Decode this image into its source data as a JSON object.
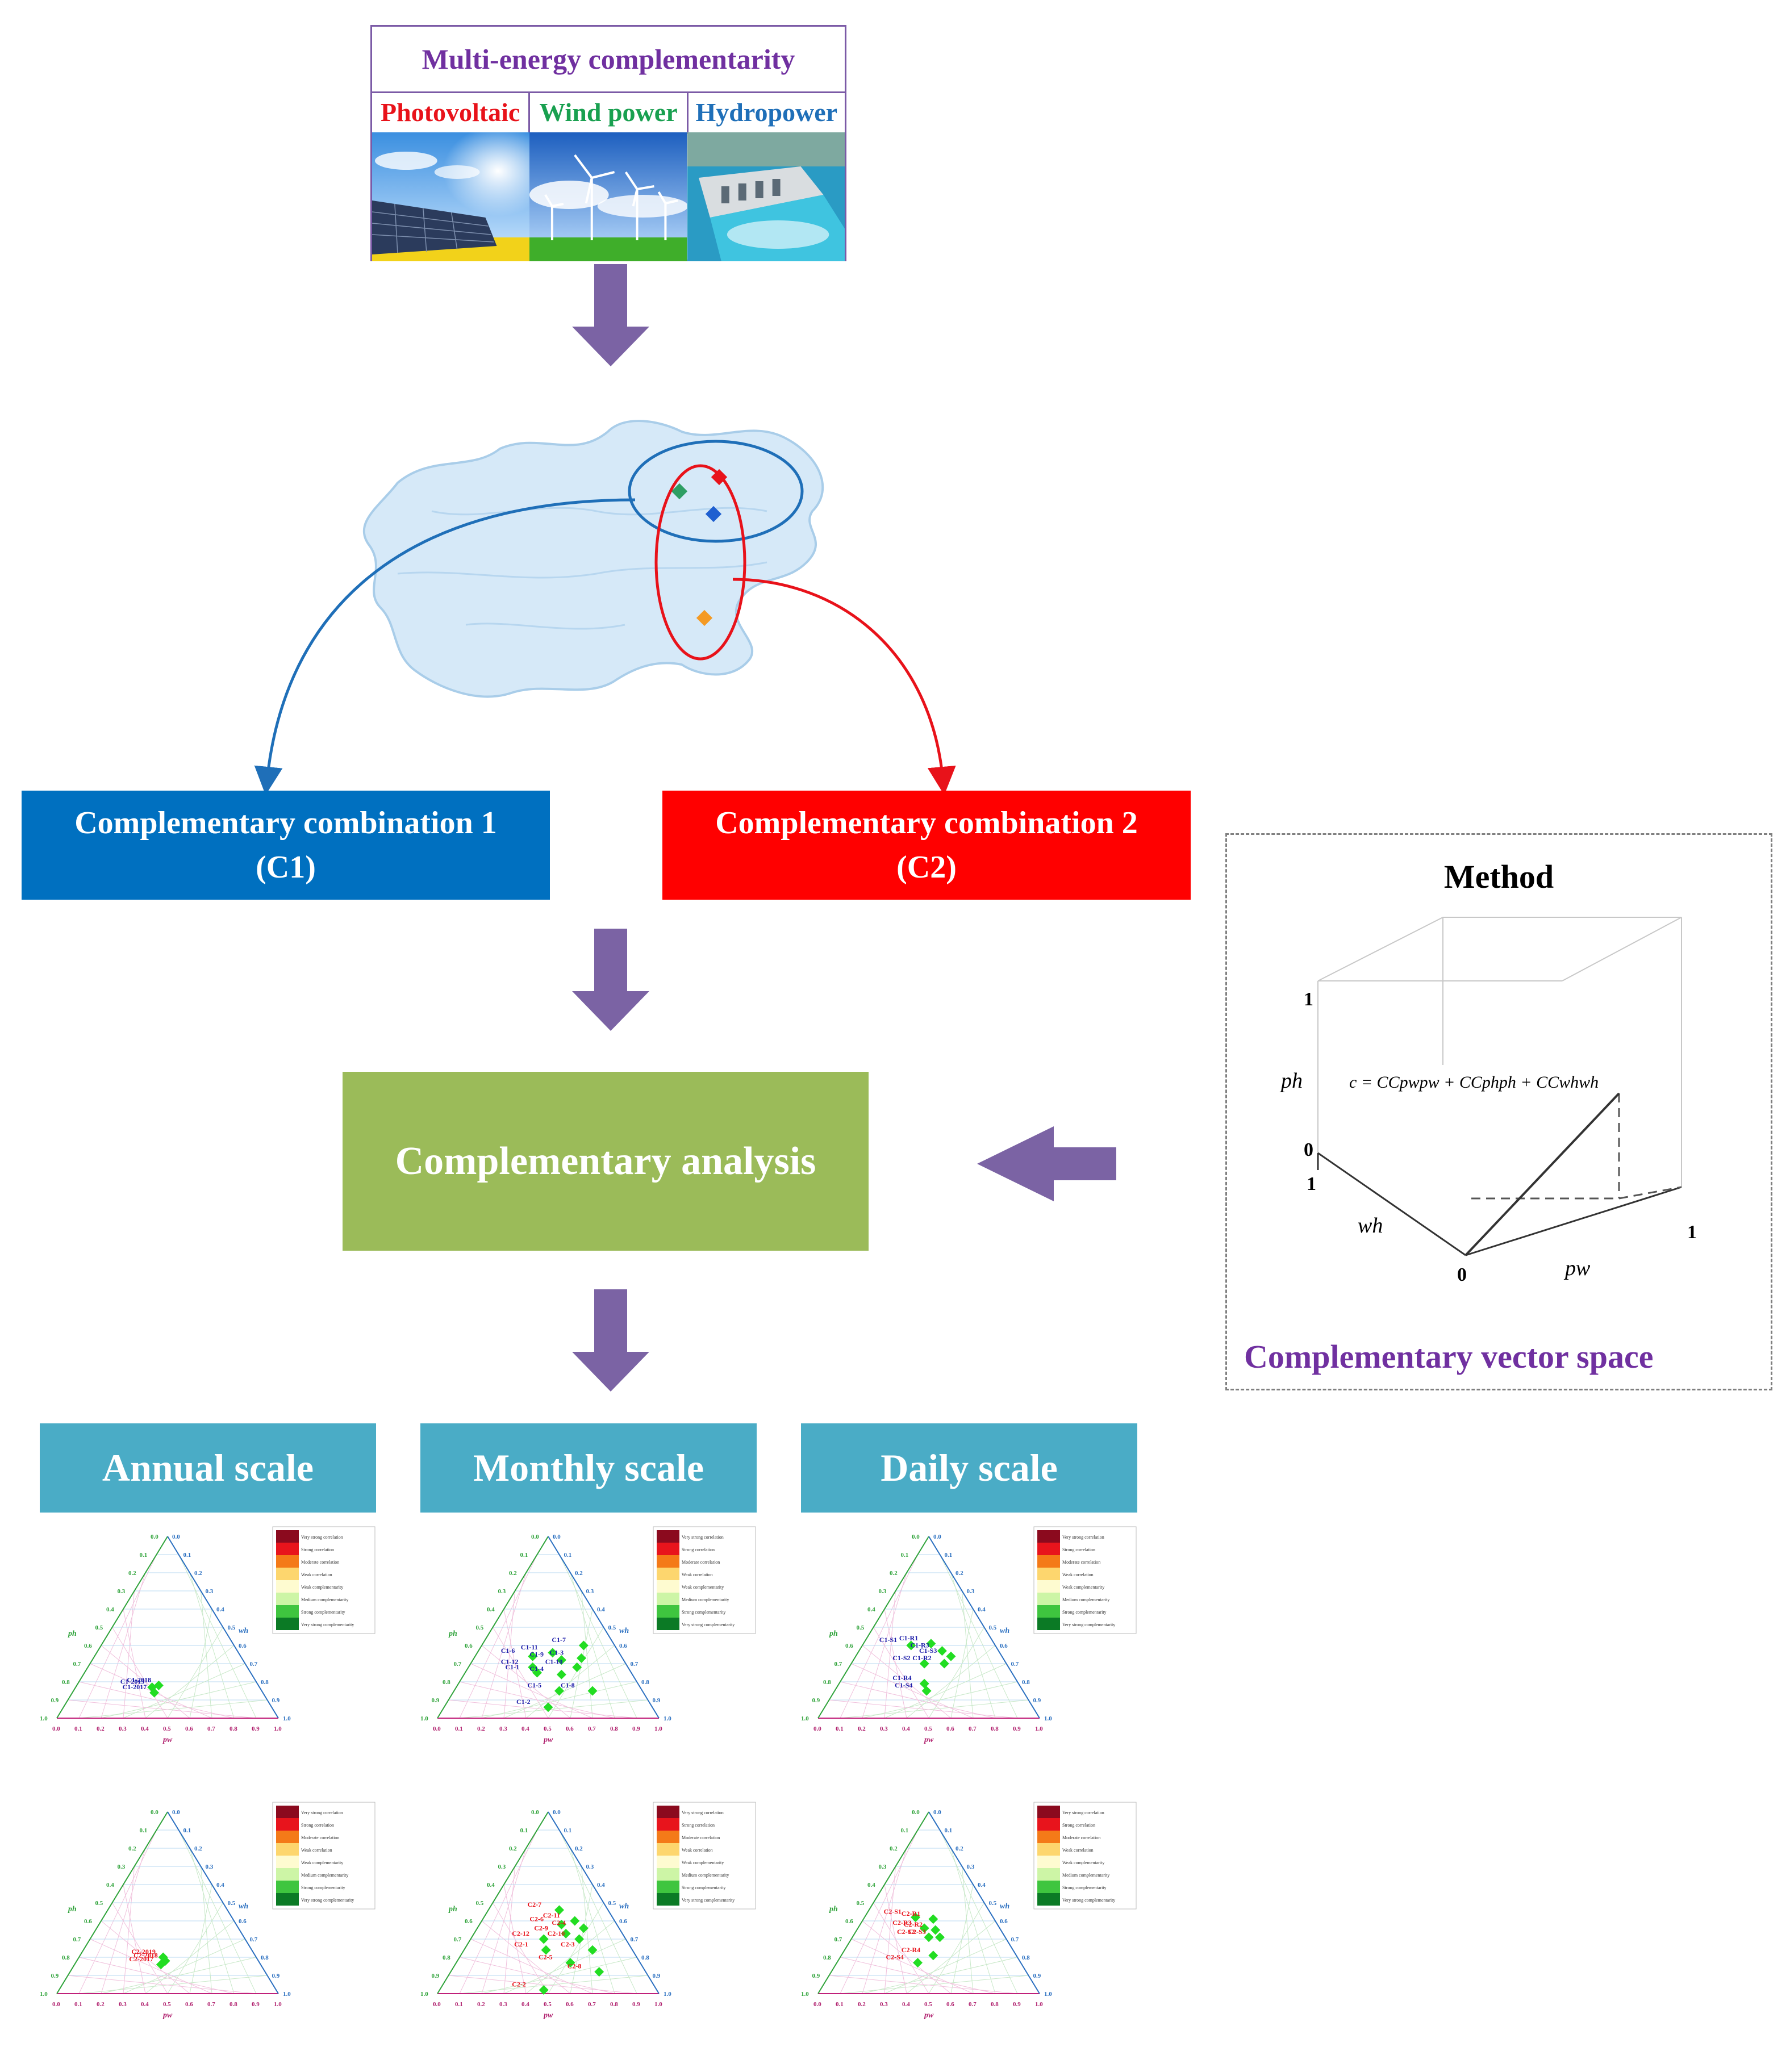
{
  "header": {
    "title": "Multi-energy complementarity",
    "columns": [
      {
        "label": "Photovoltaic",
        "color": "#e8121a"
      },
      {
        "label": "Wind power",
        "color": "#19a050"
      },
      {
        "label": "Hydropower",
        "color": "#1f6fb8"
      }
    ],
    "photos": [
      {
        "name": "solar-panel-photo"
      },
      {
        "name": "wind-turbine-photo"
      },
      {
        "name": "hydropower-dam-photo"
      }
    ]
  },
  "combinations": {
    "c1": {
      "line1": "Complementary combination 1",
      "line2": "(C1)",
      "color": "#0070c0"
    },
    "c2": {
      "line1": "Complementary combination 2",
      "line2": "(C2)",
      "color": "#ff0000"
    }
  },
  "analysis": {
    "label": "Complementary analysis",
    "color": "#9bbb59"
  },
  "method": {
    "title": "Method",
    "footer": "Complementary vector space",
    "equation": "c = CCpwpw + CCphph + CCwhwh",
    "axes": {
      "ph": "ph",
      "wh": "wh",
      "pw": "pw"
    },
    "ticks": {
      "z_top": "1",
      "z_bottom": "0",
      "y_top": "1",
      "origin": "0",
      "x_end": "1"
    }
  },
  "scales": {
    "annual": "Annual scale",
    "monthly": "Monthly scale",
    "daily": "Daily scale"
  },
  "ternary": {
    "axis_labels": {
      "bottom": "pw",
      "left": "ph",
      "right": "wh"
    },
    "ticks": [
      "0.0",
      "0.1",
      "0.2",
      "0.3",
      "0.4",
      "0.5",
      "0.6",
      "0.7",
      "0.8",
      "0.9",
      "1.0"
    ],
    "legend": [
      {
        "label": "Very strong correlation",
        "color": "#8b0a1e"
      },
      {
        "label": "Strong correlation",
        "color": "#e8141c"
      },
      {
        "label": "Moderate correlation",
        "color": "#f47a18"
      },
      {
        "label": "Weak correlation",
        "color": "#fdd66e"
      },
      {
        "label": "Weak complementarity",
        "color": "#fefbd0"
      },
      {
        "label": "Medium complementarity",
        "color": "#cdf5a6"
      },
      {
        "label": "Strong complementarity",
        "color": "#3fc53f"
      },
      {
        "label": "Very strong complementarity",
        "color": "#0b7a25"
      }
    ],
    "panels": [
      {
        "id": "annual-c1",
        "color": "#1a1aa8",
        "points": [
          {
            "label": "C1-2019",
            "pw": 0.43,
            "wh": 0.17
          },
          {
            "label": "C1-2018",
            "pw": 0.46,
            "wh": 0.18
          },
          {
            "label": "C1-2017",
            "pw": 0.44,
            "wh": 0.14
          }
        ]
      },
      {
        "id": "monthly-c1",
        "color": "#1a1aa8",
        "points": [
          {
            "label": "C1-6",
            "pw": 0.43,
            "wh": 0.34
          },
          {
            "label": "C1-11",
            "pw": 0.52,
            "wh": 0.36
          },
          {
            "label": "C1-7",
            "pw": 0.66,
            "wh": 0.4
          },
          {
            "label": "C1-3",
            "pw": 0.65,
            "wh": 0.33
          },
          {
            "label": "C1-12",
            "pw": 0.43,
            "wh": 0.28
          },
          {
            "label": "C1-9",
            "pw": 0.56,
            "wh": 0.32
          },
          {
            "label": "C1-10",
            "pw": 0.63,
            "wh": 0.28
          },
          {
            "label": "C1-1",
            "pw": 0.45,
            "wh": 0.25
          },
          {
            "label": "C1-4",
            "pw": 0.56,
            "wh": 0.24
          },
          {
            "label": "C1-5",
            "pw": 0.55,
            "wh": 0.15
          },
          {
            "label": "C1-8",
            "pw": 0.7,
            "wh": 0.15
          },
          {
            "label": "C1-2",
            "pw": 0.5,
            "wh": 0.06
          }
        ]
      },
      {
        "id": "daily-c1",
        "color": "#1a1aa8",
        "points": [
          {
            "label": "C1-S1",
            "pw": 0.42,
            "wh": 0.4
          },
          {
            "label": "C1-R1",
            "pw": 0.51,
            "wh": 0.41
          },
          {
            "label": "C1-R3",
            "pw": 0.56,
            "wh": 0.37
          },
          {
            "label": "C1-S3",
            "pw": 0.6,
            "wh": 0.34
          },
          {
            "label": "C1-S2",
            "pw": 0.48,
            "wh": 0.3
          },
          {
            "label": "C1-R2",
            "pw": 0.57,
            "wh": 0.3
          },
          {
            "label": "C1-R4",
            "pw": 0.48,
            "wh": 0.19
          },
          {
            "label": "C1-S4",
            "pw": 0.49,
            "wh": 0.15
          }
        ]
      },
      {
        "id": "annual-c2",
        "color": "#e8121a",
        "points": [
          {
            "label": "C2-2019",
            "pw": 0.48,
            "wh": 0.2
          },
          {
            "label": "C2-2018",
            "pw": 0.49,
            "wh": 0.18
          },
          {
            "label": "C2-2017",
            "pw": 0.47,
            "wh": 0.16
          }
        ]
      },
      {
        "id": "monthly-c2",
        "color": "#e8121a",
        "points": [
          {
            "label": "C2-7",
            "pw": 0.55,
            "wh": 0.46
          },
          {
            "label": "C2-6",
            "pw": 0.56,
            "wh": 0.38
          },
          {
            "label": "C2-11",
            "pw": 0.62,
            "wh": 0.4
          },
          {
            "label": "C2-4",
            "pw": 0.66,
            "wh": 0.36
          },
          {
            "label": "C2-9",
            "pw": 0.58,
            "wh": 0.33
          },
          {
            "label": "C2-10",
            "pw": 0.64,
            "wh": 0.3
          },
          {
            "label": "C2-12",
            "pw": 0.48,
            "wh": 0.3
          },
          {
            "label": "C2-3",
            "pw": 0.7,
            "wh": 0.24
          },
          {
            "label": "C2-1",
            "pw": 0.49,
            "wh": 0.24
          },
          {
            "label": "C2-5",
            "pw": 0.6,
            "wh": 0.17
          },
          {
            "label": "C2-8",
            "pw": 0.73,
            "wh": 0.12
          },
          {
            "label": "C2-2",
            "pw": 0.48,
            "wh": 0.02
          }
        ]
      },
      {
        "id": "daily-c2",
        "color": "#e8121a",
        "points": [
          {
            "label": "C2-S1",
            "pw": 0.44,
            "wh": 0.42
          },
          {
            "label": "C2-R1",
            "pw": 0.52,
            "wh": 0.41
          },
          {
            "label": "C2-R3",
            "pw": 0.48,
            "wh": 0.36
          },
          {
            "label": "C2-R2",
            "pw": 0.53,
            "wh": 0.35
          },
          {
            "label": "C2-S2",
            "pw": 0.5,
            "wh": 0.31
          },
          {
            "label": "C2-S3",
            "pw": 0.55,
            "wh": 0.31
          },
          {
            "label": "C2-R4",
            "pw": 0.52,
            "wh": 0.21
          },
          {
            "label": "C2-S4",
            "pw": 0.45,
            "wh": 0.17
          }
        ]
      }
    ]
  }
}
